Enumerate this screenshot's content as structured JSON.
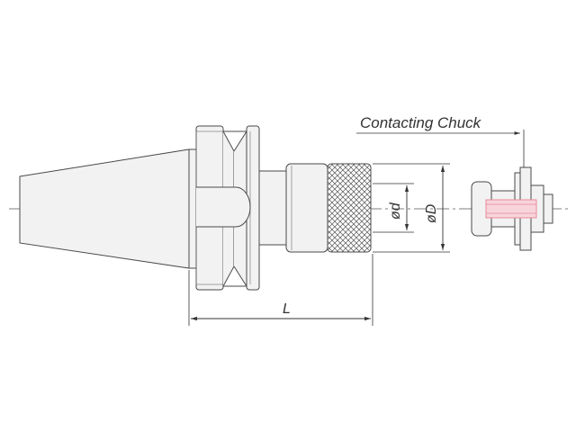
{
  "labels": {
    "contacting_chuck": "Contacting Chuck",
    "length": "L",
    "inner_diameter": "ød",
    "outer_diameter": "øD"
  },
  "colors": {
    "line": "#4a4a4a",
    "fill": "#f2f2f2",
    "dim": "#333333",
    "highlight": "#e98a9a",
    "highlight_fill": "#f7d4da"
  }
}
